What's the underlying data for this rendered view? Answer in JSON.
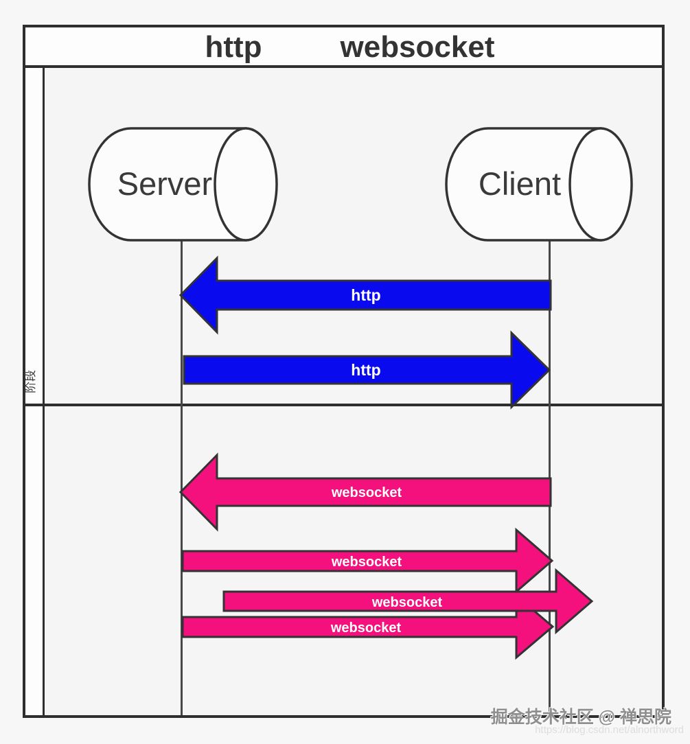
{
  "title": {
    "http_label": "http",
    "websocket_label": "websocket"
  },
  "sidebar": {
    "phase_label": "阶段"
  },
  "nodes": {
    "server_label": "Server",
    "client_label": "Client"
  },
  "arrows": [
    {
      "label": "http",
      "direction": "left"
    },
    {
      "label": "http",
      "direction": "right"
    },
    {
      "label": "websocket",
      "direction": "left"
    },
    {
      "label": "websocket",
      "direction": "right"
    },
    {
      "label": "websocket",
      "direction": "right"
    },
    {
      "label": "websocket",
      "direction": "right"
    }
  ],
  "colors": {
    "http_arrow": "#0a0aef",
    "websocket_arrow": "#f5117d",
    "outline": "#333333",
    "frame": "#2e2e2e",
    "label_text": "#ffffff"
  },
  "watermark": {
    "community": "掘金技术社区 @ 禅思院",
    "url": "https://blog.csdn.net/alnorthword"
  }
}
